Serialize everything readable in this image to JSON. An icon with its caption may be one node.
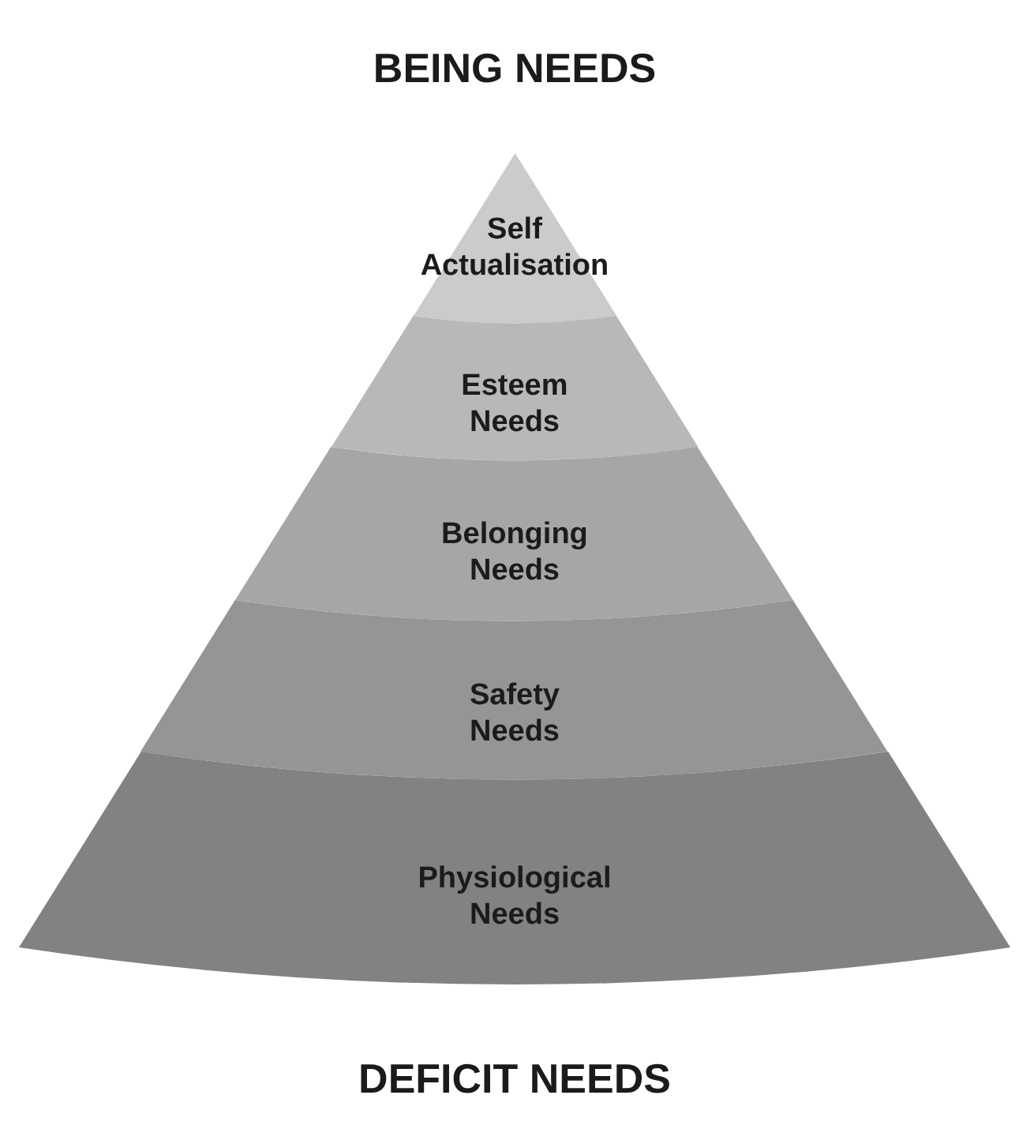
{
  "diagram": {
    "nodes": [
      {
        "text": [
          "Self Actualisation"
        ]
      },
      {
        "text": [
          "Esteem Needs"
        ]
      },
      {
        "text": [
          "Belonging Needs"
        ]
      },
      {
        "text": [
          "Safety Needs"
        ]
      },
      {
        "text": [
          "Physiological Needs"
        ]
      }
    ],
    "labels": [
      "BEING NEEDS",
      "DEFICIT NEEDS"
    ]
  }
}
